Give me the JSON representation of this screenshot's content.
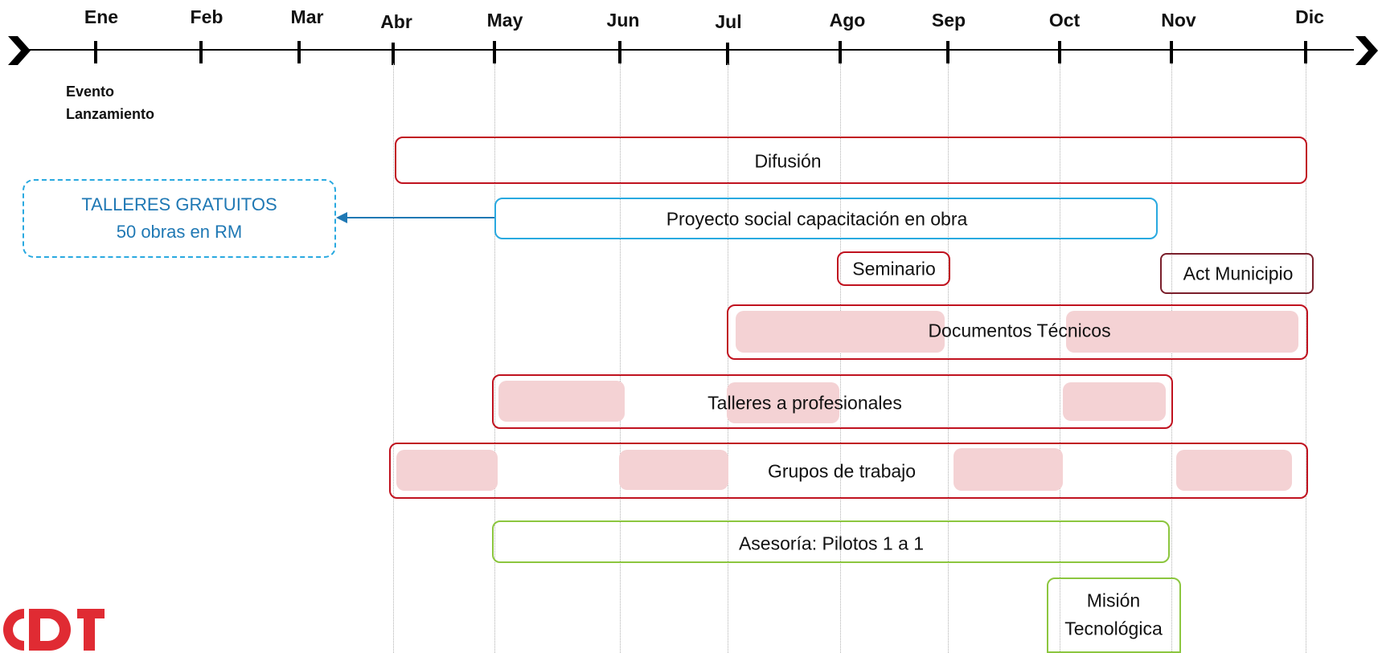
{
  "timeline": {
    "months": [
      "Ene",
      "Feb",
      "Mar",
      "Abr",
      "May",
      "Jun",
      "Jul",
      "Ago",
      "Sep",
      "Oct",
      "Nov",
      "Dic"
    ],
    "event_label_line1": "Evento",
    "event_label_line2": "Lanzamiento"
  },
  "callout": {
    "line1": "TALLERES GRATUITOS",
    "line2": "50 obras en RM",
    "color": "#1f78b4",
    "border_color": "#29a9e0"
  },
  "activities": {
    "difusion": "Difusión",
    "proyecto_social": "Proyecto social capacitación en obra",
    "seminario": "Seminario",
    "act_municipio": "Act Municipio",
    "documentos": "Documentos Técnicos",
    "talleres": "Talleres a profesionales",
    "grupos": "Grupos de trabajo",
    "asesoria": "Asesoría: Pilotos 1 a 1",
    "mision_line1": "Misión",
    "mision_line2": "Tecnológica"
  },
  "colors": {
    "red": "#c0121f",
    "dark_red": "#7a1f2b",
    "blue": "#29a9e0",
    "green": "#8cc63f",
    "pink_fill": "#f4d2d4",
    "logo_red": "#e02b33"
  }
}
